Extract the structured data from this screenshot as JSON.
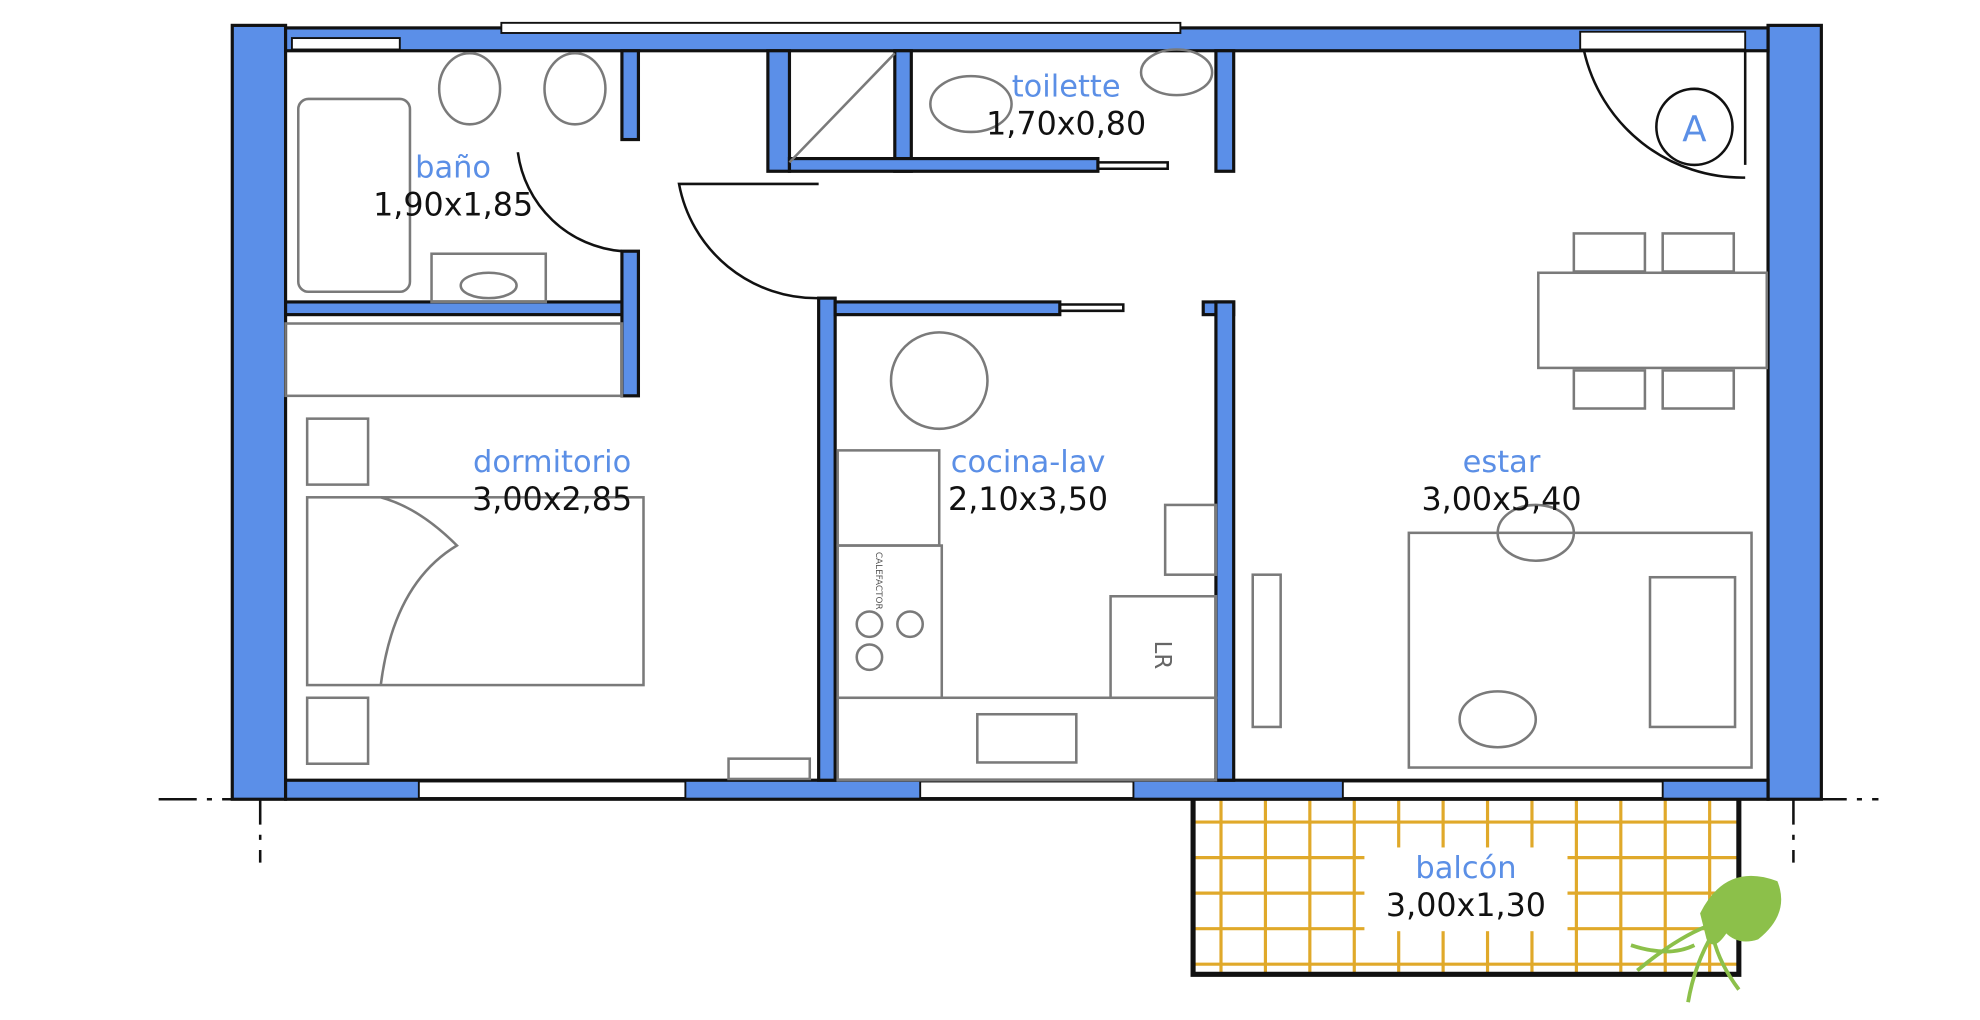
{
  "rooms": [
    {
      "name": "baño",
      "size": "1,90x1,85"
    },
    {
      "name": "toilette",
      "size": "1,70x0,80"
    },
    {
      "name": "dormitorio",
      "size": "3,00x2,85"
    },
    {
      "name": "cocina-lav",
      "size": "2,10x3,50"
    },
    {
      "name": "estar",
      "size": "3,00x5,40"
    },
    {
      "name": "balcón",
      "size": "3,00x1,30"
    }
  ],
  "marker": "A",
  "appliances": {
    "stove": "CALEFACTOR",
    "laundry": "LR"
  },
  "colors": {
    "wall": "#5b8fe8",
    "label": "#5b8fe6",
    "balcony_grid": "#e0a92a",
    "plant": "#8cc04a"
  }
}
